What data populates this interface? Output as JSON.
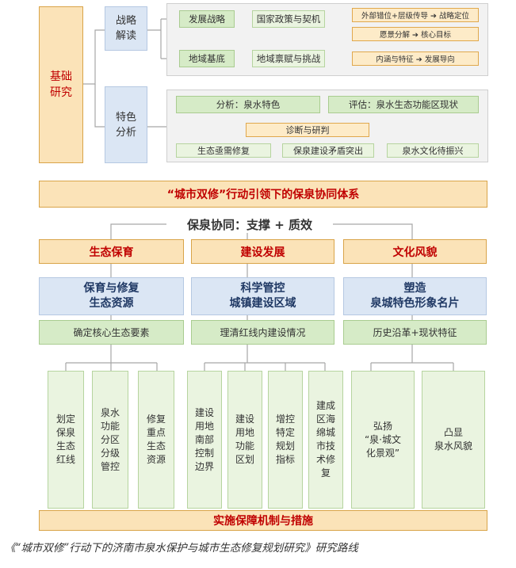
{
  "top": {
    "basic_research": "基础\n研究",
    "strategy": "战略\n解读",
    "feature": "特色\n分析",
    "dev_strategy": "发展战略",
    "national_policy": "国家政策与契机",
    "external": "外部错位+层级传导 ➔ 战略定位",
    "vision": "愿景分解 ➔ 核心目标",
    "regional_base": "地域基底",
    "regional_endow": "地域禀赋与挑战",
    "connotation": "内涵与特征 ➔ 发展导向",
    "analysis": "分析：泉水特色",
    "evaluation": "评估：泉水生态功能区现状",
    "diagnosis": "诊断与研判",
    "eco_repair": "生态亟需修复",
    "conflict": "保泉建设矛盾突出",
    "culture_revive": "泉水文化待振兴"
  },
  "system_title": "“城市双修”行动引领下的保泉协同体系",
  "synergy": "保泉协同：支撑 + 质效",
  "pillars": [
    {
      "title": "生态保育",
      "goal": "保育与修复\n生态资源",
      "action": "确定核心生态要素",
      "items": [
        "划定\n保泉\n生态\n红线",
        "泉水\n功能\n分区\n分级\n管控",
        "修复\n重点\n生态\n资源"
      ]
    },
    {
      "title": "建设发展",
      "goal": "科学管控\n城镇建设区域",
      "action": "理清红线内建设情况",
      "items": [
        "建设\n用地\n南部\n控制\n边界",
        "建设\n用地\n功能\n区划",
        "增控\n特定\n规划\n指标",
        "建成\n区海\n绵城\n市技\n术修\n复"
      ]
    },
    {
      "title": "文化风貌",
      "goal": "塑造\n泉城特色形象名片",
      "action": "历史沿革+现状特征",
      "items": [
        "弘扬\n“泉·城文\n化景观”",
        "凸显\n泉水风貌"
      ]
    }
  ],
  "bottom": "实施保障机制与措施",
  "caption": "《“城市双修”行动下的济南市泉水保护与城市生态修复规划研究》研究路线",
  "colors": {
    "orange_fill": "#fbe3b8",
    "blue_fill": "#dbe6f4",
    "green_fill": "#d6ebc7",
    "red_text": "#c00000"
  }
}
